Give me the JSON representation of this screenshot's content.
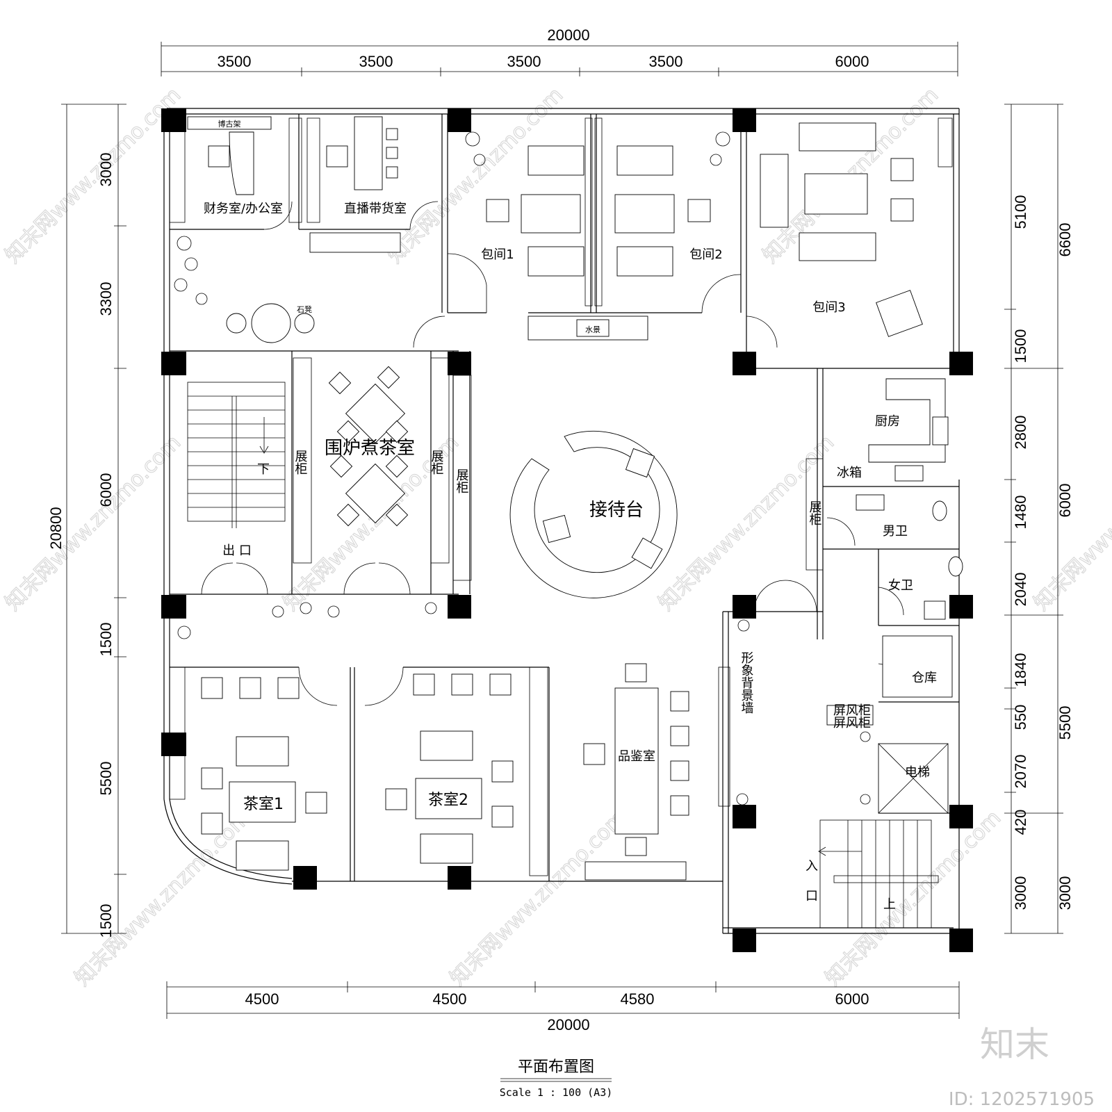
{
  "dimensions": {
    "top_total": "20000",
    "top_segments": [
      "3500",
      "3500",
      "3500",
      "3500",
      "6000"
    ],
    "bottom_segments": [
      "4500",
      "4500",
      "4580",
      "6000"
    ],
    "bottom_total": "20000",
    "left_outer": [
      "3000",
      "3300",
      "6000",
      "1500",
      "5500",
      "1500"
    ],
    "left_total": "20800",
    "right_inner": [
      "5100",
      "1500",
      "2800",
      "1480",
      "2040",
      "1840",
      "550",
      "2070",
      "420",
      "3000"
    ],
    "right_outer": [
      "6600",
      "6000",
      "5500",
      "3000"
    ]
  },
  "rooms": {
    "finance": "财务室/办公室",
    "livestream": "直播带货室",
    "private1": "包间1",
    "private2": "包间2",
    "private3": "包间3",
    "water_feature": "水景",
    "tea_fire": "围炉煮茶室",
    "display_a": "展柜",
    "display_b": "展柜",
    "display_c": "展柜",
    "display_d": "展柜",
    "reception": "接待台",
    "kitchen": "厨房",
    "fridge": "冰箱",
    "men_wc": "男卫",
    "women_wc": "女卫",
    "storage": "仓库",
    "screen_cab_1": "屏风柜",
    "screen_cab_2": "屏风柜",
    "elevator": "电梯",
    "image_wall": "形象背景墙",
    "tasting": "品鉴室",
    "tea1": "茶室1",
    "tea2": "茶室2",
    "exit": "出 口",
    "entry_1": "入",
    "entry_2": "口",
    "down": "下",
    "up": "上",
    "stone_bench": "石凳",
    "bookshelf": "博古架"
  },
  "title": "平面布置图",
  "scale": "Scale 1 : 100 (A3)",
  "watermark": "知末网www.znzmo.com",
  "logo": "知末",
  "image_id": "ID: 1202571905"
}
